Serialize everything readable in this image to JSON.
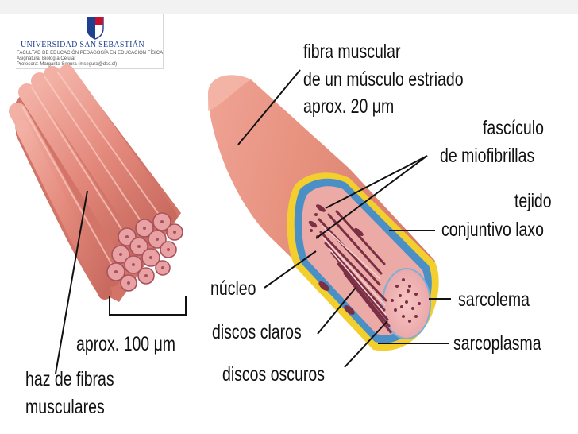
{
  "header": {
    "university": "UNIVERSIDAD SAN SEBASTIÁN",
    "faculty": "FACULTAD DE EDUCACIÓN PEDAGOGÍA EN EDUCACIÓN FÍSICA",
    "course": "Asignatura: Biología Celular",
    "professor": "Profesora: Margarita Segura (msegura@dsc.cl)"
  },
  "labels": {
    "fibra_muscular": [
      "fibra muscular",
      "de un músculo estriado",
      "aprox. 20 μm"
    ],
    "fasciculo": [
      "fascículo",
      "de miofibrillas"
    ],
    "tejido": [
      "tejido",
      "conjuntivo laxo"
    ],
    "sarcolema": "sarcolema",
    "sarcoplasma": "sarcoplasma",
    "nucleo": "núcleo",
    "discos_claros": "discos claros",
    "discos_oscuros": "discos oscuros",
    "aprox_100": "aprox. 100 μm",
    "haz": [
      "haz de fibras",
      "musculares"
    ]
  },
  "colors": {
    "fiber": "#e8958a",
    "fiber_dark": "#c76a60",
    "membrane_blue": "#4a8fc6",
    "sarcolemma_yellow": "#f2cf2e",
    "myofibril_dark": "#7a2f45"
  }
}
